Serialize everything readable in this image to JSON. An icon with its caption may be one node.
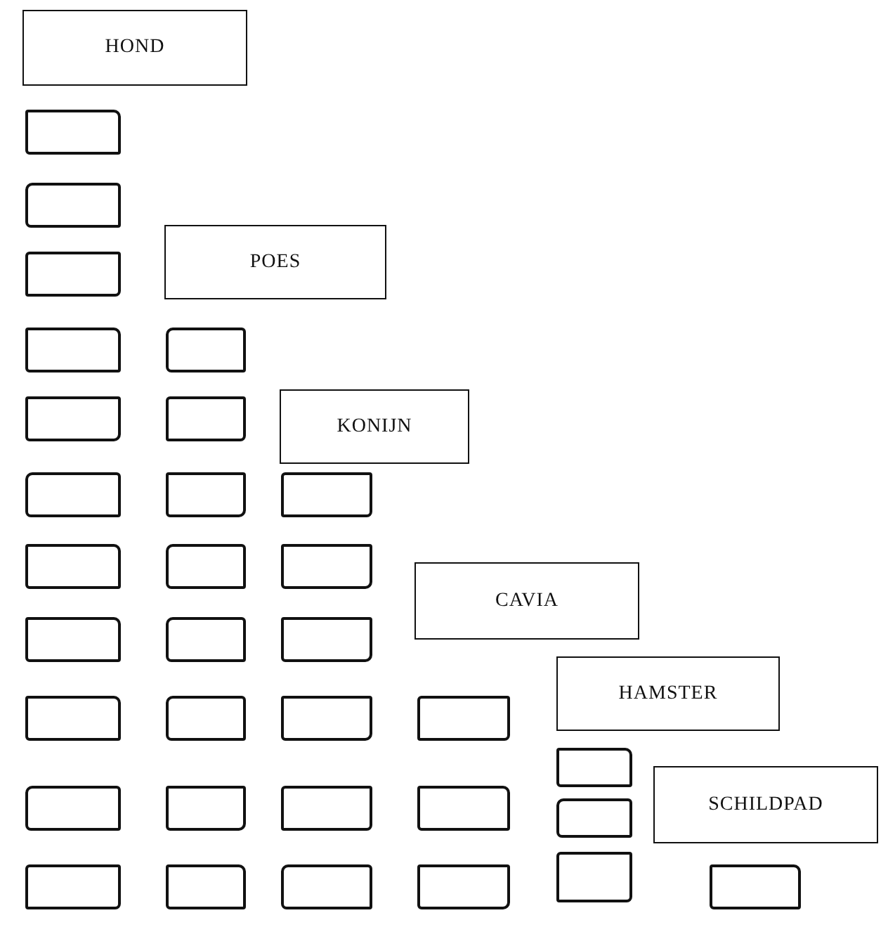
{
  "diagram": {
    "nodes": [
      {
        "text": [
          "HOND"
        ]
      },
      {
        "text": [],
        "shape": "box"
      },
      {
        "text": [],
        "shape": "box"
      },
      {
        "text": [
          "POES"
        ]
      },
      {
        "text": [],
        "shape": "box"
      },
      {
        "text": [],
        "shape": "box"
      },
      {
        "text": [],
        "shape": "box"
      },
      {
        "text": [],
        "shape": "box"
      },
      {
        "text": [],
        "shape": "box"
      },
      {
        "text": [
          "KONIJN"
        ]
      },
      {
        "text": [],
        "shape": "box"
      },
      {
        "text": [],
        "shape": "box"
      },
      {
        "text": [],
        "shape": "box"
      },
      {
        "text": [],
        "shape": "box"
      },
      {
        "text": [],
        "shape": "box"
      },
      {
        "text": [],
        "shape": "box"
      },
      {
        "text": [
          "CAVIA"
        ]
      },
      {
        "text": [],
        "shape": "box"
      },
      {
        "text": [],
        "shape": "box"
      },
      {
        "text": [],
        "shape": "box"
      },
      {
        "text": [
          "HAMSTER"
        ]
      },
      {
        "text": [],
        "shape": "box"
      },
      {
        "text": [],
        "shape": "box"
      },
      {
        "text": [],
        "shape": "box"
      },
      {
        "text": [],
        "shape": "box"
      },
      {
        "text": [],
        "shape": "box"
      },
      {
        "text": [],
        "shape": "box"
      },
      {
        "text": [],
        "shape": "box"
      },
      {
        "text": [],
        "shape": "box"
      },
      {
        "text": [],
        "shape": "box"
      },
      {
        "text": [],
        "shape": "box"
      },
      {
        "text": [
          "SCHILDPAD"
        ]
      },
      {
        "text": [],
        "shape": "box"
      },
      {
        "text": [],
        "shape": "box"
      },
      {
        "text": [],
        "shape": "box"
      },
      {
        "text": [],
        "shape": "box"
      },
      {
        "text": [],
        "shape": "box"
      },
      {
        "text": [],
        "shape": "box"
      }
    ]
  }
}
